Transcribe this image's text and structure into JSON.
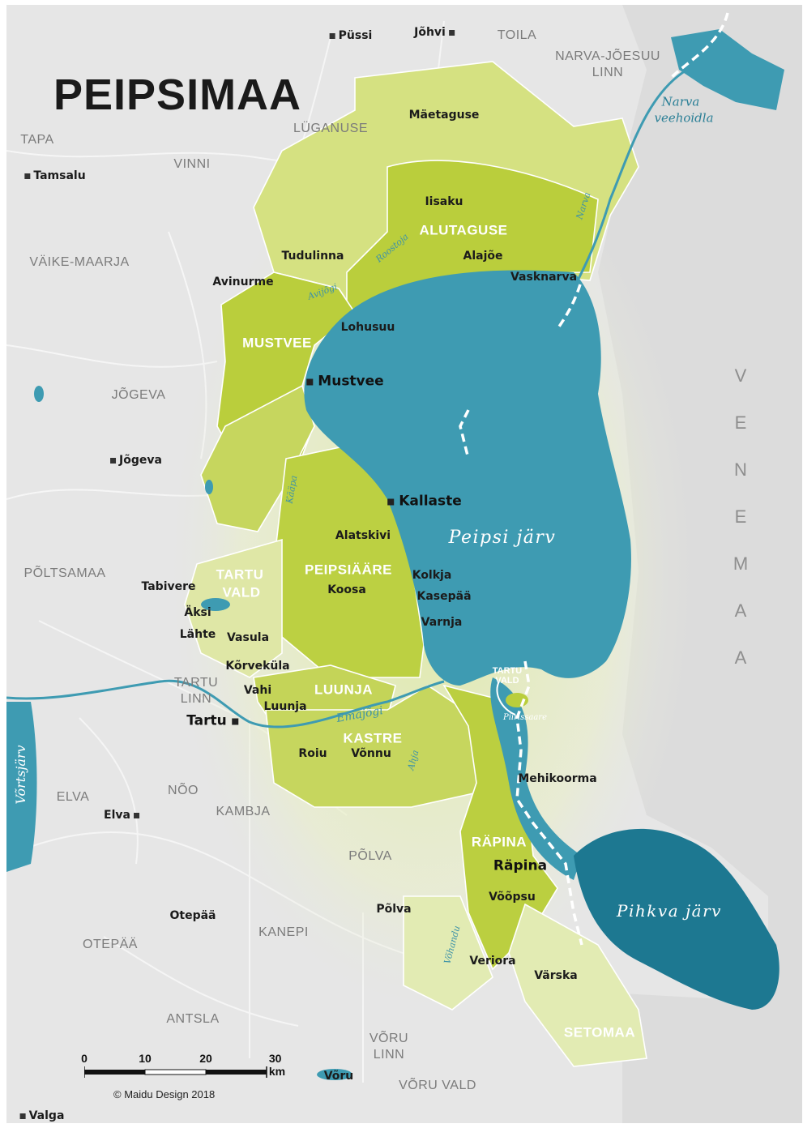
{
  "title": "PEIPSIMAA",
  "colors": {
    "background": "#e6e6e6",
    "lake": "#3e9bb2",
    "pihkva": "#1d7891",
    "region_dark": "#b8cc3a",
    "region_mid": "#d4e07e",
    "region_light": "#e3ebb6",
    "border": "#ffffff",
    "state_border": "#ffffff"
  },
  "regions": {
    "alutaguse": "ALUTAGUSE",
    "mustvee": "MUSTVEE",
    "peipsiaare": "PEIPSIÄÄRE",
    "tartu_vald_1": "TARTU",
    "tartu_vald_2": "VALD",
    "luunja": "LUUNJA",
    "kastre": "KASTRE",
    "rapina": "RÄPINA",
    "setomaa": "SETOMAA"
  },
  "municipalities": {
    "narva_joesuu_1": "NARVA-JÕESUU",
    "narva_joesuu_2": "LINN",
    "toila": "TOILA",
    "luganuse": "LÜGANUSE",
    "tapa": "TAPA",
    "vinni": "VINNI",
    "vaike_maarja": "VÄIKE-MAARJA",
    "jogeva": "JÕGEVA",
    "poltsamaa": "PÕLTSAMAA",
    "tartu_linn_1": "TARTU",
    "tartu_linn_2": "LINN",
    "elva": "ELVA",
    "noo": "NÕO",
    "kambja": "KAMBJA",
    "polva": "PÕLVA",
    "kanepi": "KANEPI",
    "otepaa": "OTEPÄÄ",
    "antsla": "ANTSLA",
    "voru_linn_1": "VÕRU",
    "voru_linn_2": "LINN",
    "voru_vald": "VÕRU VALD"
  },
  "major_towns": {
    "mustvee": "Mustvee",
    "kallaste": "Kallaste",
    "tartu": "Tartu",
    "rapina": "Räpina"
  },
  "towns": {
    "pussi": "Püssi",
    "johvi": "Jõhvi",
    "maetaguse": "Mäetaguse",
    "tamsalu": "Tamsalu",
    "iisaku": "Iisaku",
    "tudulinna": "Tudulinna",
    "alajoe": "Alajõe",
    "avinurme": "Avinurme",
    "vasknarva": "Vasknarva",
    "lohusuu": "Lohusuu",
    "jogeva": "Jõgeva",
    "alatskivi": "Alatskivi",
    "kolkja": "Kolkja",
    "koosa": "Koosa",
    "kasepaa": "Kasepää",
    "varnja": "Varnja",
    "tabivere": "Tabivere",
    "aksi": "Äksi",
    "lahte": "Lähte",
    "vasula": "Vasula",
    "korvekula": "Kõrveküla",
    "vahi": "Vahi",
    "luunja": "Luunja",
    "roiu": "Roiu",
    "vonnu": "Võnnu",
    "mehikoorma": "Mehikoorma",
    "elva": "Elva",
    "voopsu": "Võõpsu",
    "otepaa": "Otepää",
    "polva": "Põlva",
    "veriora": "Veriora",
    "varska": "Värska",
    "voru": "Võru",
    "valga": "Valga"
  },
  "water": {
    "peipsi": "Peipsi järv",
    "pihkva": "Pihkva järv",
    "narva_veehoidla_1": "Narva",
    "narva_veehoidla_2": "veehoidla",
    "vortsjarv": "Võrtsjärv",
    "emajogi": "Emajõgi",
    "piirissaare": "Piirissaare",
    "narva_river": "Narva",
    "kaapa": "Kääpa",
    "avijogi": "Avijõgi",
    "roostoja": "Roostoja",
    "ahja": "Ahja",
    "vohandu": "Võhandu"
  },
  "island": {
    "line1": "TARTU",
    "line2": "VALD"
  },
  "neighbour": {
    "letters": [
      "V",
      "E",
      "N",
      "E",
      "M",
      "A",
      "A"
    ]
  },
  "scale": {
    "ticks": [
      "0",
      "10",
      "20",
      "30 km"
    ]
  },
  "copyright": "© Maidu Design 2018"
}
